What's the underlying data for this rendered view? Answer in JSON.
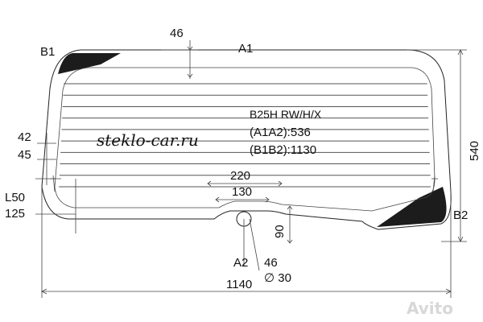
{
  "part_code": "B25H RW/H/X",
  "diag_a": "(A1A2):536",
  "diag_b": "(B1B2):1130",
  "watermark": "steklo-car.ru",
  "brand": "Avito",
  "points": {
    "a1": "A1",
    "a2": "A2",
    "b1": "B1",
    "b2": "B2"
  },
  "dims": {
    "top_offset": "46",
    "left_42": "42",
    "left_45": "45",
    "left_l50": "L50",
    "left_125": "125",
    "center_220": "220",
    "center_130": "130",
    "height_90": "90",
    "bottom_46": "46",
    "hole_diameter": "∅ 30",
    "width": "1140",
    "height": "540"
  },
  "heater_line_count": 10
}
